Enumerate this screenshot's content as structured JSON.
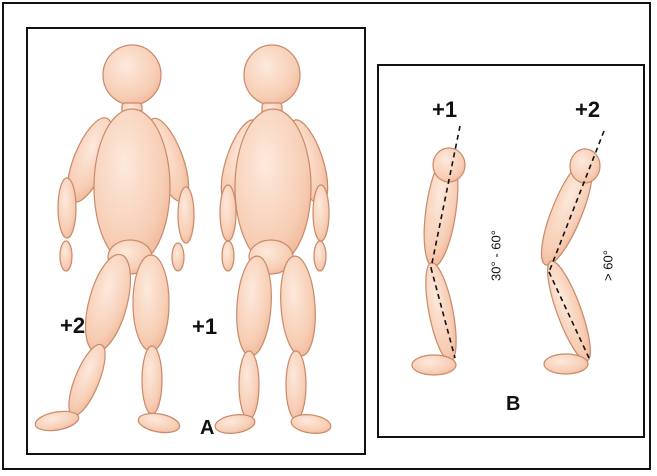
{
  "panel_a": {
    "letter": "A",
    "grade_left": "+2",
    "grade_right": "+1"
  },
  "panel_b": {
    "letter": "B",
    "grade_left": "+1",
    "grade_right": "+2",
    "angle_left": "30° - 60°",
    "angle_right": "> 60°"
  },
  "colors": {
    "skin_fill": "#f8d2bb",
    "skin_stroke": "#c98a6a",
    "frame": "#111111"
  }
}
